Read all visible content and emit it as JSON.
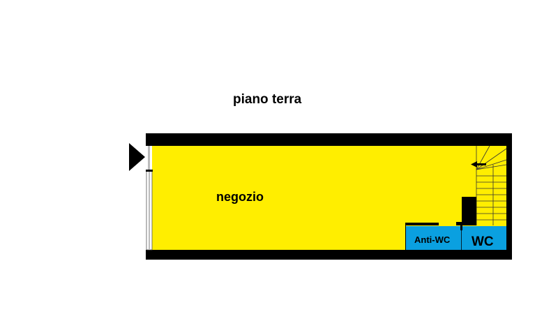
{
  "title": "piano terra",
  "rooms": {
    "shop": "negozio",
    "antiwc": "Anti-WC",
    "wc": "WC"
  },
  "colors": {
    "shop": "#ffee00",
    "bath": "#0aa0e0",
    "wall": "#000000"
  },
  "icons": {
    "entrance": "entrance-triangle-icon",
    "stairs_arrow": "arrow-left-icon"
  }
}
